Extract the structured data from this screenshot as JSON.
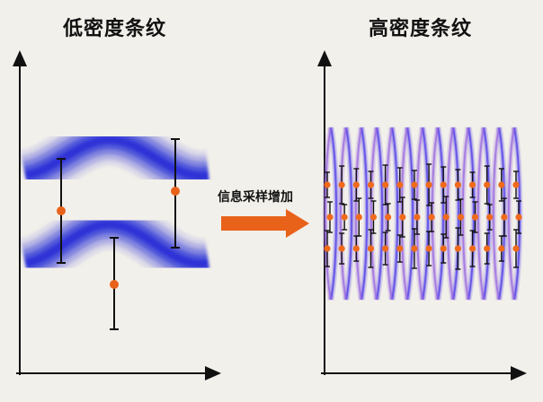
{
  "left_panel": {
    "title": "低密度条纹",
    "band_color": "#2a2fd6",
    "point_color": "#e8621a"
  },
  "right_panel": {
    "title": "高密度条纹",
    "band_color": "#5a48e8",
    "point_color": "#f06a1c"
  },
  "transition": {
    "label": "信息采样增加",
    "arrow_color": "#e8621a"
  }
}
